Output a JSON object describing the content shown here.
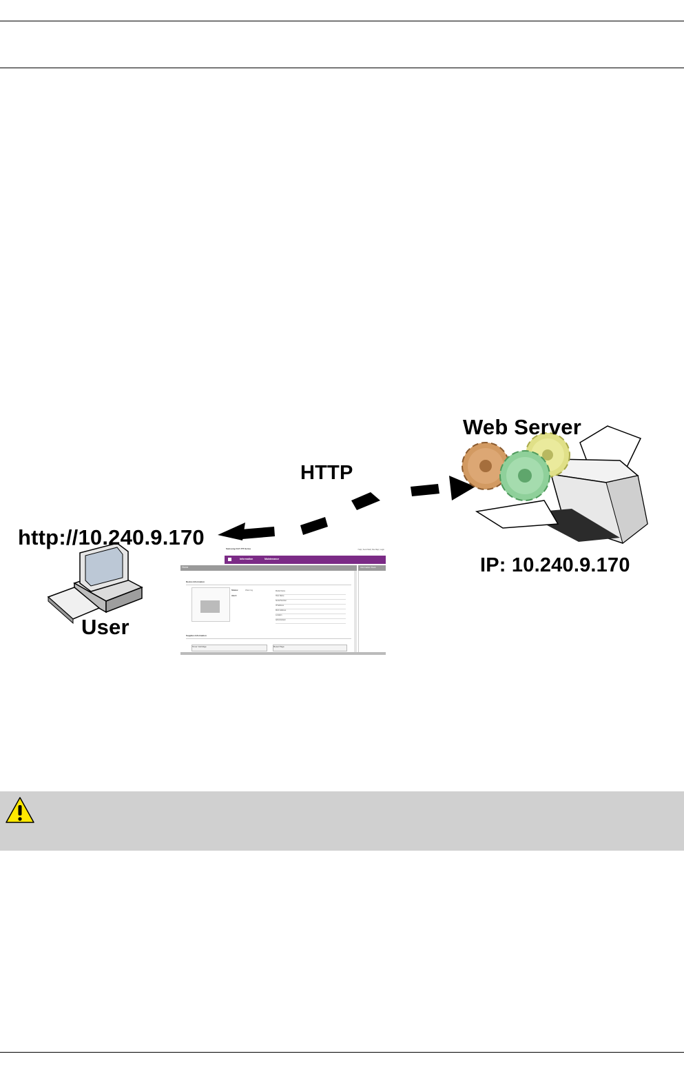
{
  "diagram": {
    "web_server_label": "Web Server",
    "http_label": "HTTP",
    "url_label": "http://10.240.9.170",
    "user_label": "User",
    "ip_label": "IP: 10.240.9.170"
  },
  "web_ui": {
    "title": "Samsung CLP-775 Series",
    "top_links": "Help | Send Mail | Site Map | Login",
    "nav": [
      "Information",
      "Maintenance"
    ],
    "header": "Home",
    "side_header": "Information Book",
    "device_information": "Device Information",
    "status_label": "Status:",
    "status_value": "Warning",
    "alert_label": "Alert:",
    "supplies_information": "Supplies Information",
    "toner_cartridge": "Toner Cartridge",
    "reset_page": "Reset Page",
    "table_rows": [
      "Model Name",
      "Host Name",
      "Serial Number",
      "IP Address",
      "MAC Address",
      "Location",
      "Administrator"
    ]
  },
  "caution": {
    "icon": "warning-triangle-icon"
  }
}
